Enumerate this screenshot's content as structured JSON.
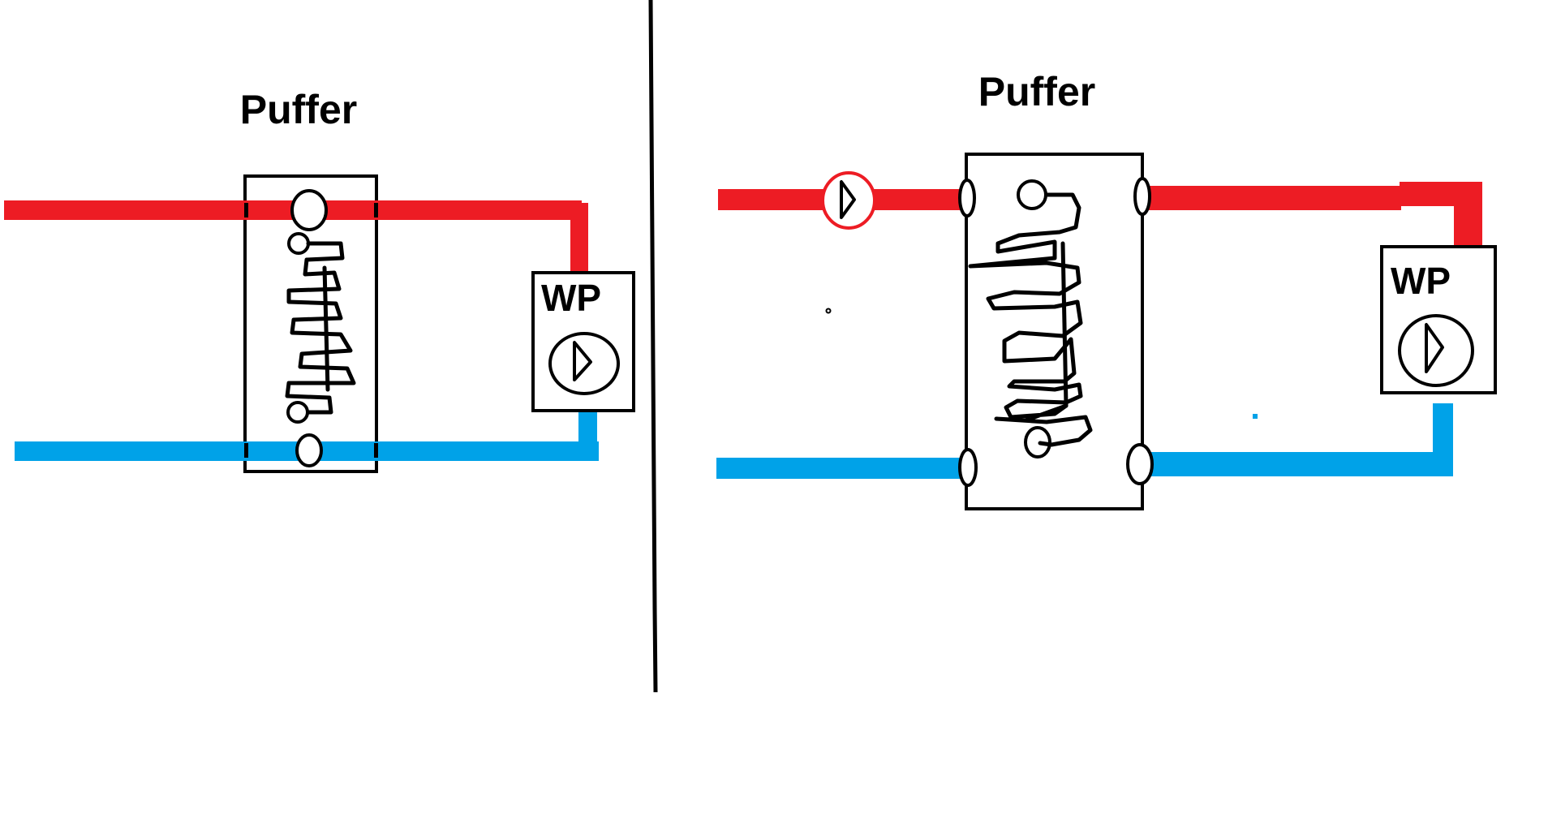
{
  "colors": {
    "supply_pipe": "#ED1C24",
    "return_pipe": "#00A2E8",
    "outline": "#000000",
    "background": "#FFFFFF"
  },
  "left_diagram": {
    "title": "Puffer",
    "heat_pump_label": "WP",
    "components": [
      "buffer-tank-with-coil",
      "heat-pump-with-circulation-pump",
      "supply-pipe",
      "return-pipe"
    ]
  },
  "right_diagram": {
    "title": "Puffer",
    "heat_pump_label": "WP",
    "components": [
      "external-circulation-pump",
      "buffer-tank-with-coil",
      "heat-pump-with-circulation-pump",
      "supply-pipe",
      "return-pipe"
    ]
  }
}
